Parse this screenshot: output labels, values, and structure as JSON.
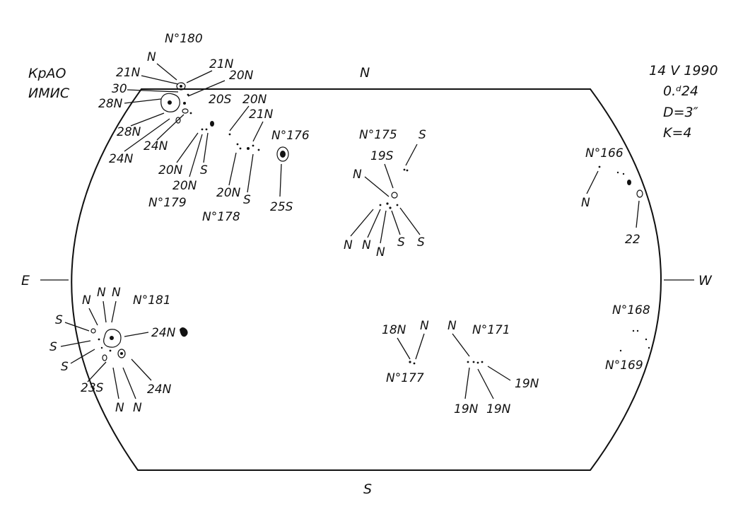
{
  "header": {
    "observatory_line1": "КрАО",
    "observatory_line2": "ИМИС",
    "date": "14 V 1990",
    "time": "0.ᵈ24",
    "aperture": "D=3″",
    "k_value": "K=4"
  },
  "directions": {
    "north": "N",
    "south": "S",
    "east": "E",
    "west": "W"
  },
  "groups": {
    "g180": {
      "number": "N°180",
      "labels": [
        "N",
        "21N",
        "21N",
        "20N",
        "30",
        "28N",
        "28N",
        "24N",
        "24N"
      ]
    },
    "g179": {
      "number": "N°179",
      "labels": [
        "20S",
        "20N",
        "20N",
        "S"
      ]
    },
    "g178": {
      "number": "N°178",
      "labels": [
        "20N",
        "21N",
        "20N",
        "S"
      ]
    },
    "g176": {
      "number": "N°176",
      "labels": [
        "25S"
      ]
    },
    "g175": {
      "number": "N°175",
      "labels": [
        "S",
        "19S",
        "N",
        "N",
        "N",
        "N",
        "S",
        "S"
      ]
    },
    "g166": {
      "number": "N°166",
      "labels": [
        "N",
        "22"
      ]
    },
    "g181": {
      "number": "N°181",
      "labels": [
        "N",
        "N",
        "N",
        "S",
        "S",
        "S",
        "24N",
        "23S",
        "N",
        "N",
        "24N"
      ]
    },
    "g177": {
      "number": "N°177",
      "labels": [
        "18N",
        "N"
      ]
    },
    "g171": {
      "number": "N°171",
      "labels": [
        "N",
        "19N",
        "19N",
        "19N"
      ]
    },
    "g168": {
      "number": "N°168"
    },
    "g169": {
      "number": "N°169"
    }
  }
}
